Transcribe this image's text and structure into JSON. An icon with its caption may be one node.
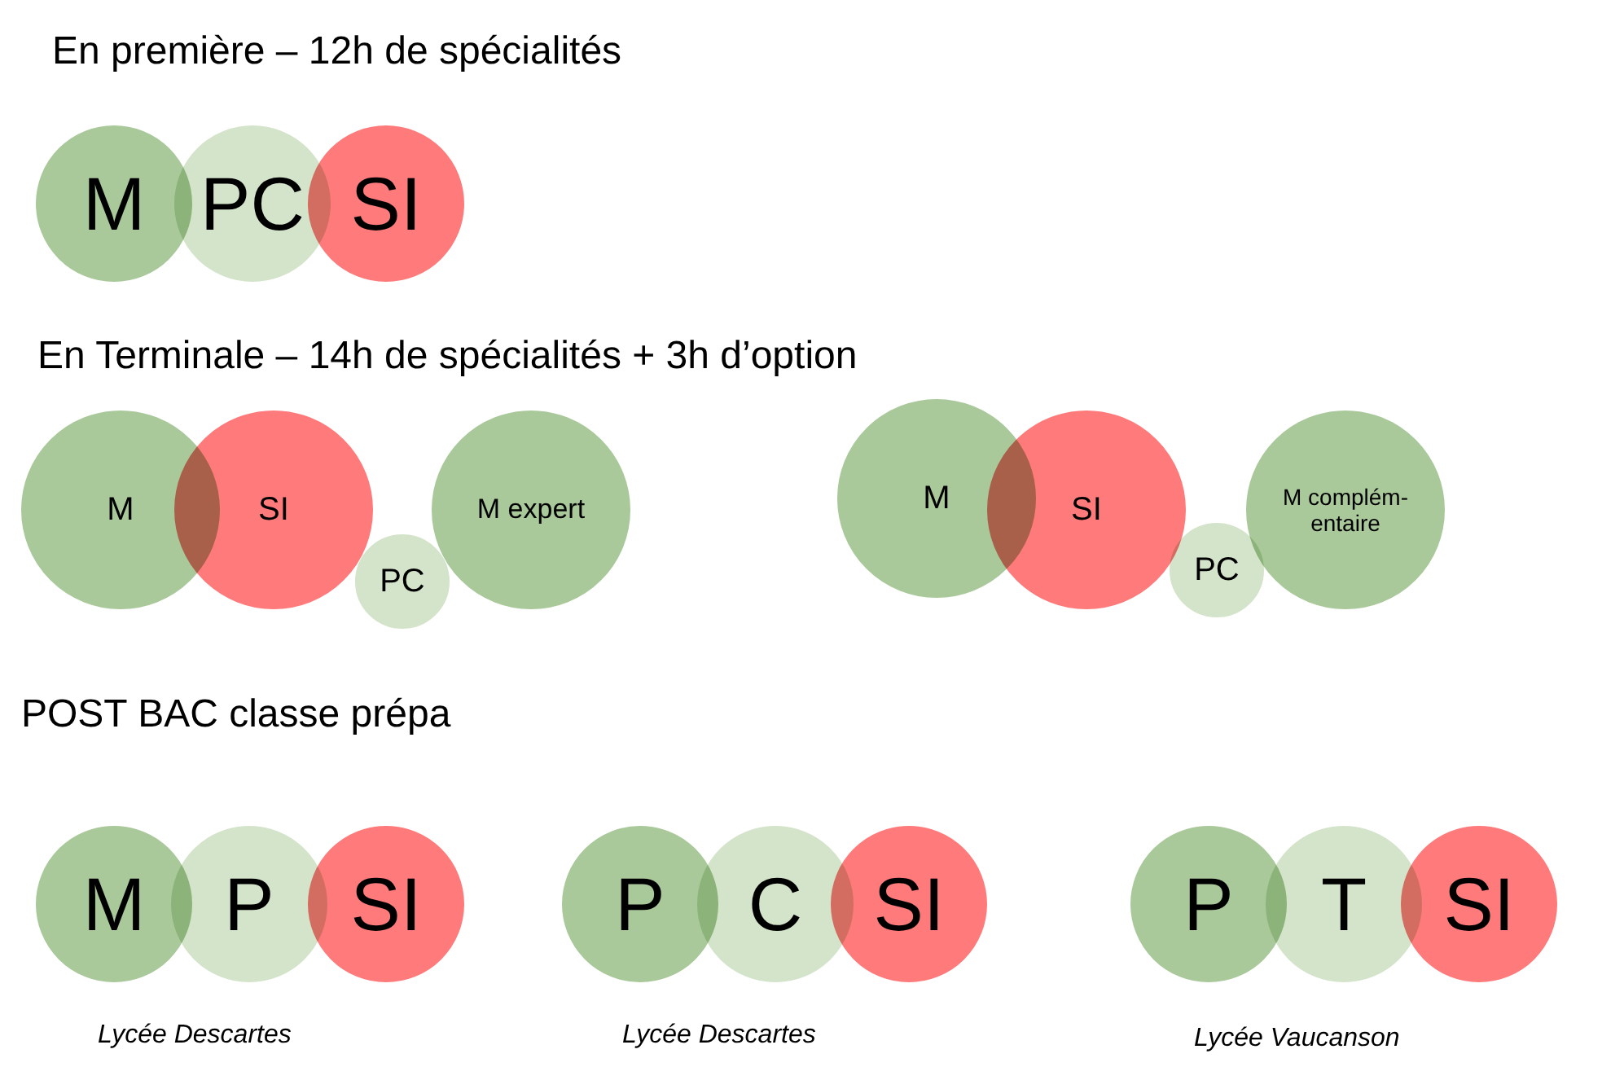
{
  "diagram": {
    "nodes": [
      {
        "text": [
          "M"
        ]
      },
      {
        "text": [
          "PC"
        ]
      },
      {
        "text": [
          "SI"
        ]
      },
      {
        "text": [
          "M"
        ]
      },
      {
        "text": [
          "SI"
        ]
      },
      {
        "text": [
          "PC"
        ]
      },
      {
        "text": [
          "M expert"
        ]
      },
      {
        "text": [
          "M"
        ]
      },
      {
        "text": [
          "SI"
        ]
      },
      {
        "text": [
          "PC"
        ]
      },
      {
        "text": [
          "M complém-entaire"
        ]
      },
      {
        "text": [
          "M"
        ]
      },
      {
        "text": [
          "P"
        ]
      },
      {
        "text": [
          "SI"
        ]
      },
      {
        "text": [
          "P"
        ]
      },
      {
        "text": [
          "C"
        ]
      },
      {
        "text": [
          "SI"
        ]
      },
      {
        "text": [
          "P"
        ]
      },
      {
        "text": [
          "T"
        ]
      },
      {
        "text": [
          "SI"
        ]
      }
    ],
    "edges": [],
    "labels": [
      "En première – 12h de spécialités",
      "En Terminale – 14h de spécialités + 3h d’option",
      "POST BAC classe prépa",
      "Lycée Descartes",
      "Lycée Descartes",
      "Lycée Vaucanson"
    ]
  }
}
